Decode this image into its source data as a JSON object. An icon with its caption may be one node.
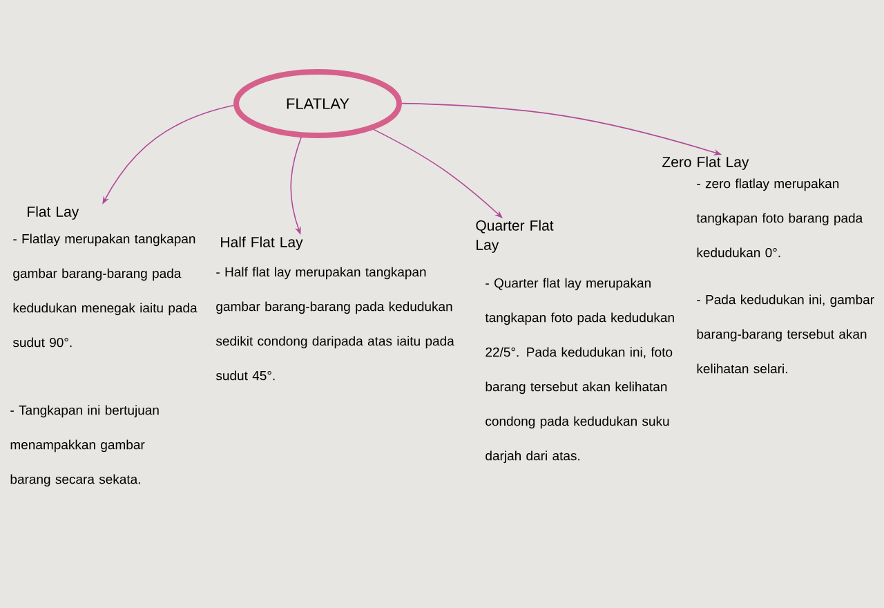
{
  "diagram": {
    "nodes": [
      {
        "text": [
          "FLATLAY"
        ]
      },
      {
        "text": [
          "Flat Lay",
          "- Flatlay merupakan tangkapan gambar barang-barang pada kedudukan menegak iaitu pada sudut 90°.",
          "- Tangkapan ini bertujuan menampakkan gambar barang secara sekata."
        ]
      },
      {
        "text": [
          "Half Flat Lay",
          "- Half flat lay merupakan tangkapan gambar barang-barang pada kedudukan sedikit condong daripada atas iaitu pada sudut 45°."
        ]
      },
      {
        "text": [
          "Quarter Flat Lay",
          "- Quarter flat lay merupakan tangkapan foto pada kedudukan 22/5°. Pada kedudukan ini, foto barang tersebut akan kelihatan condong pada kedudukan suku darjah dari atas."
        ]
      },
      {
        "text": [
          "Zero Flat Lay",
          "- zero flatlay merupakan tangkapan foto barang pada kedudukan 0°.",
          "- Pada kedudukan ini, gambar barang-barang tersebut akan kelihatan selari."
        ]
      }
    ],
    "edges": [
      {
        "from": 0,
        "to": 1,
        "arrow": "to"
      },
      {
        "from": 0,
        "to": 2,
        "arrow": "to"
      },
      {
        "from": 0,
        "to": 3,
        "arrow": "to"
      },
      {
        "from": 0,
        "to": 4,
        "arrow": "to"
      }
    ]
  }
}
